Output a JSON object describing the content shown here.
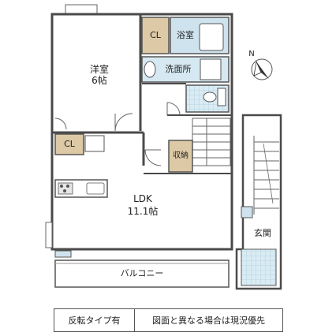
{
  "rooms": {
    "western_room_name": "洋室",
    "western_room_size": "6帖",
    "closet_1": "CL",
    "closet_2": "CL",
    "bathroom": "浴室",
    "washroom": "洗面所",
    "storage": "収納",
    "ldk_name": "LDK",
    "ldk_size": "11.1帖",
    "entrance": "玄関",
    "balcony": "バルコニー"
  },
  "compass": {
    "north_label": "N"
  },
  "notes": {
    "reversed_type": "反転タイプ有",
    "disclaimer": "図面と異なる場合は現況優先"
  },
  "colors": {
    "wall": "#4a4a4a",
    "closet_fill": "#ddc9a6",
    "wet_area_fill": "#cfe3ee",
    "tile_fill": "#d9ebf3",
    "floor_fill": "#ffffff"
  }
}
